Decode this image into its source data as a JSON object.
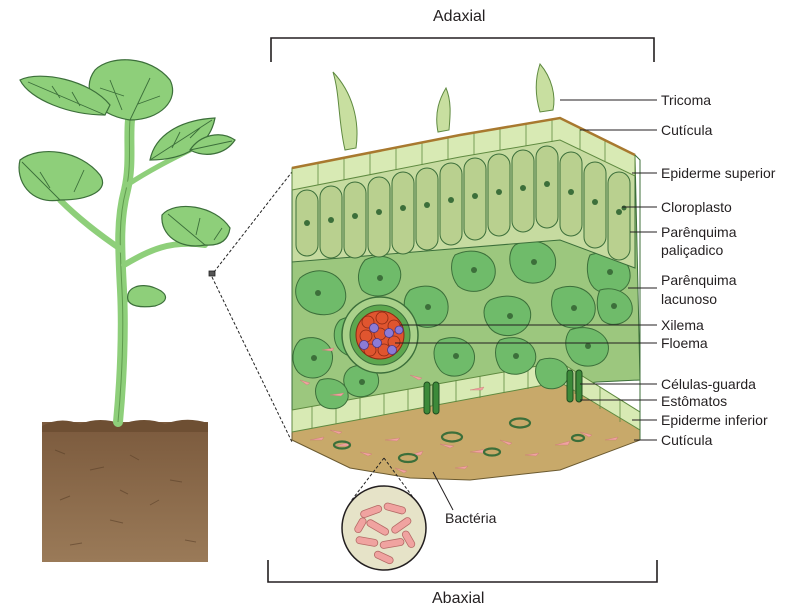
{
  "headings": {
    "top": "Adaxial",
    "bottom": "Abaxial"
  },
  "labels": {
    "tricoma": "Tricoma",
    "cuticula_top": "Cutícula",
    "epiderme_superior": "Epiderme superior",
    "cloroplasto": "Cloroplasto",
    "parenquima_palicadico_1": "Parênquima",
    "parenquima_palicadico_2": "paliçadico",
    "parenquima_lacunoso_1": "Parênquima",
    "parenquima_lacunoso_2": "lacunoso",
    "xilema": "Xilema",
    "floema": "Floema",
    "celulas_guarda": "Células-guarda",
    "estomatos": "Estômatos",
    "epiderme_inferior": "Epiderme inferior",
    "cuticula_bottom": "Cutícula",
    "bacteria": "Bactéria"
  },
  "colors": {
    "leaf": "#8ecf7a",
    "leaf_vein": "#3c6f3a",
    "soil": "#8a6a4a",
    "epidermis": "#d8eab4",
    "palisade": "#b9d08f",
    "spongy": "#6fbb6a",
    "xylem": "#e0552f",
    "phloem": "#8c7bd6",
    "bacteria": "#f0a3a0"
  }
}
